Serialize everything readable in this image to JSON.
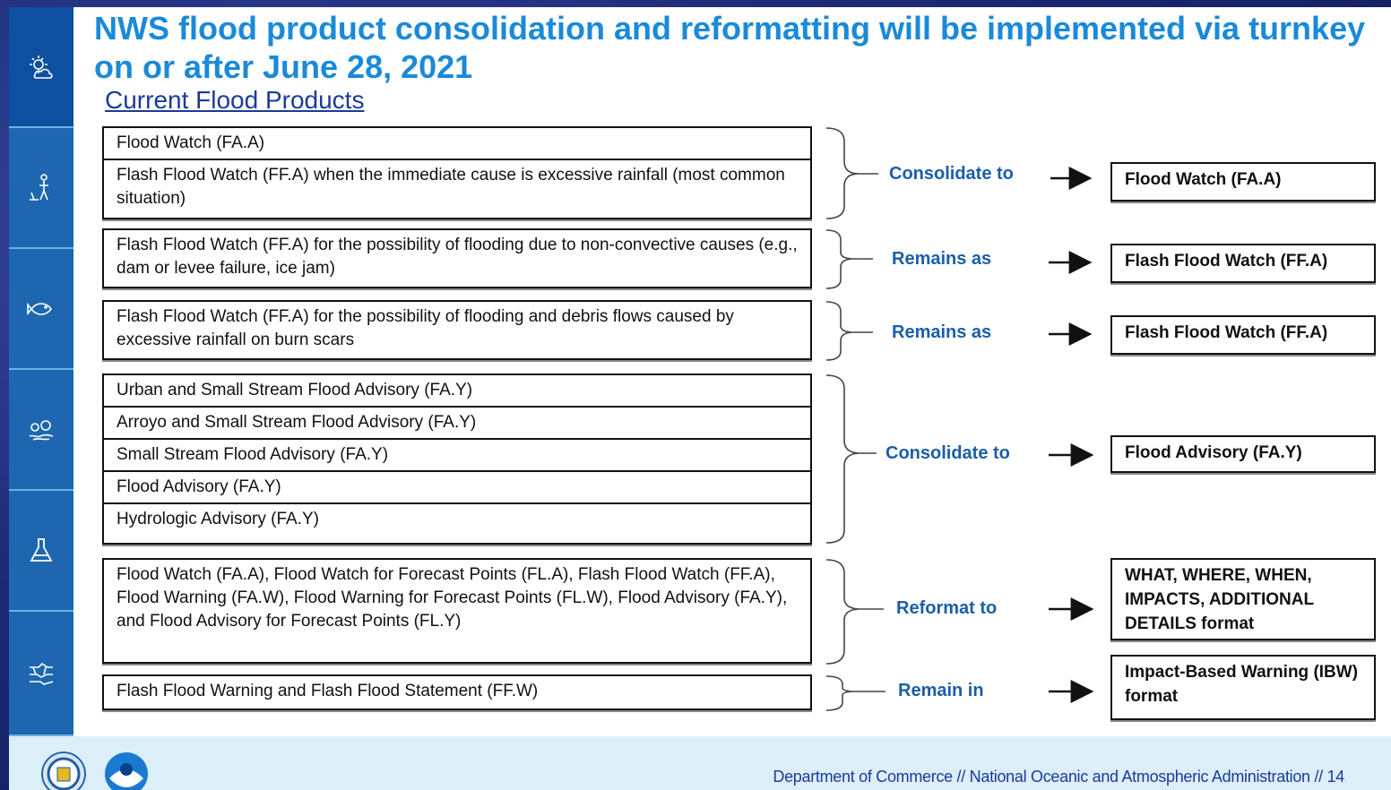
{
  "title": "NWS flood product consolidation and reformatting will be implemented via turnkey on or after June 28, 2021",
  "subtitle": "Current Flood Products",
  "groups": [
    {
      "inputs": [
        "Flood Watch (FA.A)",
        "Flash Flood Watch (FF.A) when the immediate cause is excessive rainfall (most common situation)"
      ],
      "action": "Consolidate to",
      "output": "Flood Watch (FA.A)"
    },
    {
      "inputs": [
        "Flash Flood Watch (FF.A) for the possibility of flooding due to non-convective causes (e.g., dam or levee failure, ice jam)"
      ],
      "action": "Remains as",
      "output": "Flash Flood Watch (FF.A)"
    },
    {
      "inputs": [
        "Flash Flood Watch (FF.A) for the possibility of flooding and debris flows caused by excessive rainfall on burn scars"
      ],
      "action": "Remains as",
      "output": "Flash Flood Watch (FF.A)"
    },
    {
      "inputs": [
        "Urban and Small Stream Flood Advisory (FA.Y)",
        "Arroyo and Small Stream Flood Advisory (FA.Y)",
        "Small Stream Flood Advisory (FA.Y)",
        "Flood Advisory (FA.Y)",
        "Hydrologic Advisory (FA.Y)"
      ],
      "action": "Consolidate to",
      "output": "Flood Advisory (FA.Y)"
    },
    {
      "inputs": [
        "Flood Watch (FA.A), Flood Watch for Forecast Points (FL.A), Flash Flood Watch (FF.A), Flood Warning (FA.W), Flood Warning for Forecast Points (FL.W), Flood Advisory (FA.Y), and Flood Advisory for Forecast Points (FL.Y)"
      ],
      "action": "Reformat to",
      "output": "WHAT, WHERE, WHEN, IMPACTS, ADDITIONAL DETAILS format"
    },
    {
      "inputs": [
        "Flash Flood Warning and Flash Flood Statement (FF.W)"
      ],
      "action": "Remain in",
      "output": "Impact-Based Warning (IBW) format"
    }
  ],
  "footer": "Department of Commerce  //  National Oceanic and Atmospheric Administration  //  14",
  "colors": {
    "title": "#1a8ad8",
    "subtitle": "#1b3a9a",
    "action": "#1b5ea8",
    "sidebar": "#1e67b0",
    "footer_bg": "#dceef8"
  },
  "icons": [
    "sun-cloud-icon",
    "hiker-icon",
    "fish-icon",
    "coral-icon",
    "flask-icon",
    "ice-icon",
    "doc-seal-icon",
    "noaa-logo-icon"
  ]
}
